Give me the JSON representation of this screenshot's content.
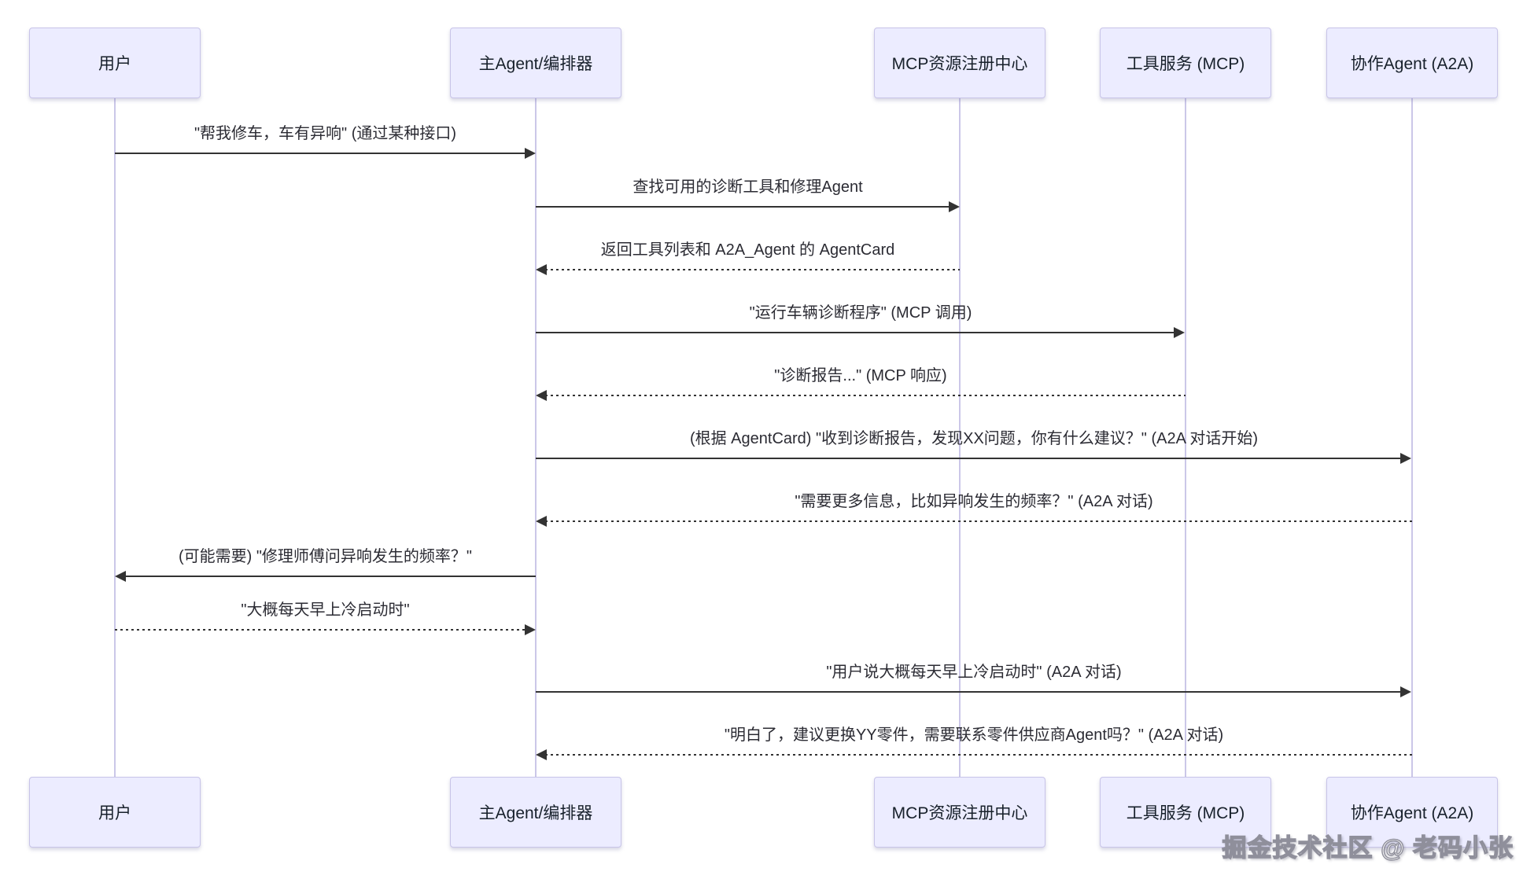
{
  "diagram": {
    "type": "sequence",
    "participants": [
      {
        "label": "用户"
      },
      {
        "label": "主Agent/编排器"
      },
      {
        "label": "MCP资源注册中心"
      },
      {
        "label": "工具服务 (MCP)"
      },
      {
        "label": "协作Agent (A2A)"
      }
    ],
    "messages": [
      {
        "text": "\"帮我修车，车有异响\" (通过某种接口)",
        "from": "用户",
        "to": "主Agent/编排器",
        "line": "solid"
      },
      {
        "text": "查找可用的诊断工具和修理Agent",
        "from": "主Agent/编排器",
        "to": "MCP资源注册中心",
        "line": "solid"
      },
      {
        "text": "返回工具列表和 A2A_Agent 的 AgentCard",
        "from": "MCP资源注册中心",
        "to": "主Agent/编排器",
        "line": "dashed"
      },
      {
        "text": "\"运行车辆诊断程序\" (MCP 调用)",
        "from": "主Agent/编排器",
        "to": "工具服务 (MCP)",
        "line": "solid"
      },
      {
        "text": "\"诊断报告...\" (MCP 响应)",
        "from": "工具服务 (MCP)",
        "to": "主Agent/编排器",
        "line": "dashed"
      },
      {
        "text": "(根据 AgentCard) \"收到诊断报告，发现XX问题，你有什么建议？\" (A2A 对话开始)",
        "from": "主Agent/编排器",
        "to": "协作Agent (A2A)",
        "line": "solid"
      },
      {
        "text": "\"需要更多信息，比如异响发生的频率？\" (A2A 对话)",
        "from": "协作Agent (A2A)",
        "to": "主Agent/编排器",
        "line": "dashed"
      },
      {
        "text": "(可能需要) \"修理师傅问异响发生的频率？\"",
        "from": "主Agent/编排器",
        "to": "用户",
        "line": "solid"
      },
      {
        "text": "\"大概每天早上冷启动时\"",
        "from": "用户",
        "to": "主Agent/编排器",
        "line": "dashed"
      },
      {
        "text": "\"用户说大概每天早上冷启动时\" (A2A 对话)",
        "from": "主Agent/编排器",
        "to": "协作Agent (A2A)",
        "line": "solid"
      },
      {
        "text": "\"明白了，建议更换YY零件，需要联系零件供应商Agent吗？\" (A2A 对话)",
        "from": "协作Agent (A2A)",
        "to": "主Agent/编排器",
        "line": "dashed"
      }
    ],
    "watermark": "掘金技术社区 @ 老码小张",
    "colors": {
      "actor_fill": "#ececff",
      "actor_border": "#c8c4e8",
      "lifeline": "#cbc7e8",
      "message_line": "#333333",
      "message_text": "#2b2b33",
      "watermark_stroke": "#8f8f9b"
    }
  }
}
